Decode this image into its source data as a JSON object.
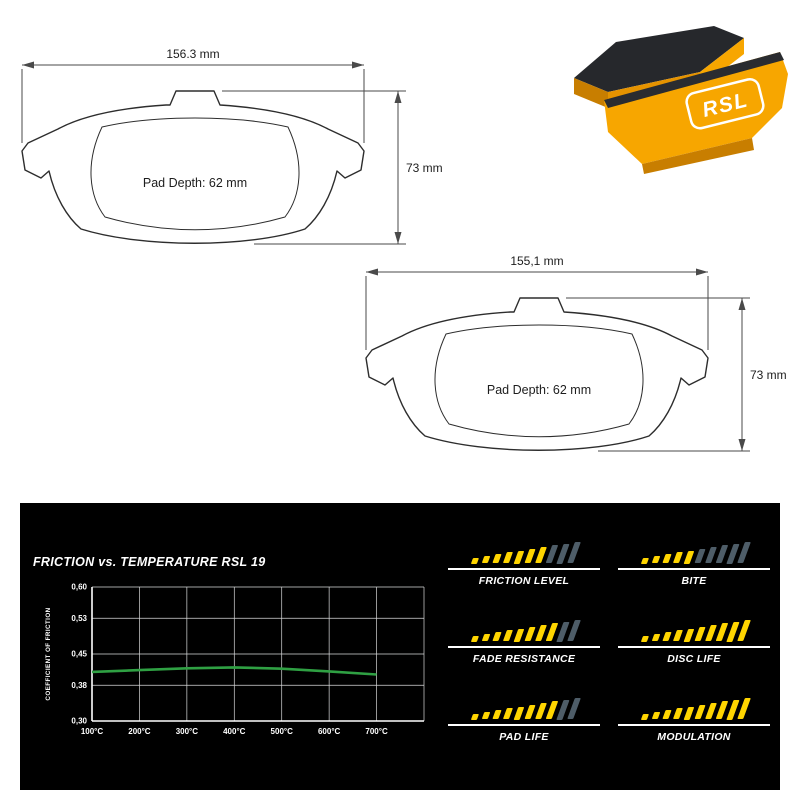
{
  "colors": {
    "yellow": "#FFD500",
    "grey": "#4E5D68",
    "green": "#2FA043",
    "orange": "#F7A600",
    "panel_bg": "#000000"
  },
  "drawings": [
    {
      "width_label": "156.3 mm",
      "height_label": "73 mm",
      "depth_label": "Pad Depth: 62 mm"
    },
    {
      "width_label": "155,1 mm",
      "height_label": "73 mm",
      "depth_label": "Pad Depth: 62 mm"
    }
  ],
  "product": {
    "logo_text": "RSL"
  },
  "chart_data": {
    "type": "line",
    "title": "FRICTION vs. TEMPERATURE RSL 19",
    "ylabel": "COEFFICIENT OF FRICTION",
    "series_name": "RSL 19",
    "x": [
      100,
      200,
      300,
      400,
      500,
      600,
      700
    ],
    "x_tick_labels": [
      "100°C",
      "200°C",
      "300°C",
      "400°C",
      "500°C",
      "600°C",
      "700°C"
    ],
    "values": [
      0.41,
      0.414,
      0.418,
      0.42,
      0.417,
      0.411,
      0.404
    ],
    "y_ticks": [
      0.6,
      0.53,
      0.45,
      0.38,
      0.3
    ],
    "y_tick_labels": [
      "0,60",
      "0,53",
      "0,45",
      "0,38",
      "0,30"
    ],
    "ylim": [
      0.3,
      0.6
    ],
    "xlim": [
      100,
      800
    ],
    "grid": true,
    "legend": false,
    "line_color": "#2FA043"
  },
  "ratings": [
    {
      "label": "FRICTION LEVEL",
      "value": 7,
      "max": 10
    },
    {
      "label": "BITE",
      "value": 5,
      "max": 10
    },
    {
      "label": "FADE RESISTANCE",
      "value": 8,
      "max": 10
    },
    {
      "label": "DISC LIFE",
      "value": 10,
      "max": 10
    },
    {
      "label": "PAD LIFE",
      "value": 8,
      "max": 10
    },
    {
      "label": "MODULATION",
      "value": 10,
      "max": 10
    }
  ]
}
